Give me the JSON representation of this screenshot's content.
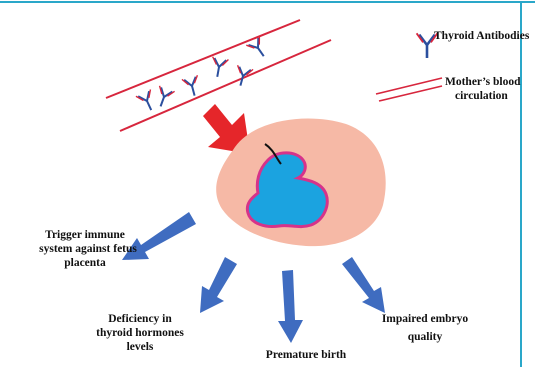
{
  "legend": {
    "antibodies_label": "Thyroid Antibodies",
    "blood_label_line1": "Mother’s blood",
    "blood_label_line2": "circulation"
  },
  "outcomes": {
    "immune_line1": "Trigger immune",
    "immune_line2": "system against fetus",
    "immune_line3": "placenta",
    "hormone_line1": "Deficiency in",
    "hormone_line2": "thyroid hormones",
    "hormone_line3": "levels",
    "premature": "Premature birth",
    "embryo_line1": "Impaired embryo",
    "embryo_line2": "quality"
  },
  "colors": {
    "frame": "#2aa7c9",
    "blood_line": "#d7263d",
    "antibody_blue": "#2b4f9e",
    "antibody_red": "#d7263d",
    "main_arrow": "#e5262a",
    "placenta": "#f6b9a6",
    "uterus_border": "#d6338a",
    "fetus": "#1ba3e0",
    "outcome_arrow": "#3f6cc0"
  }
}
